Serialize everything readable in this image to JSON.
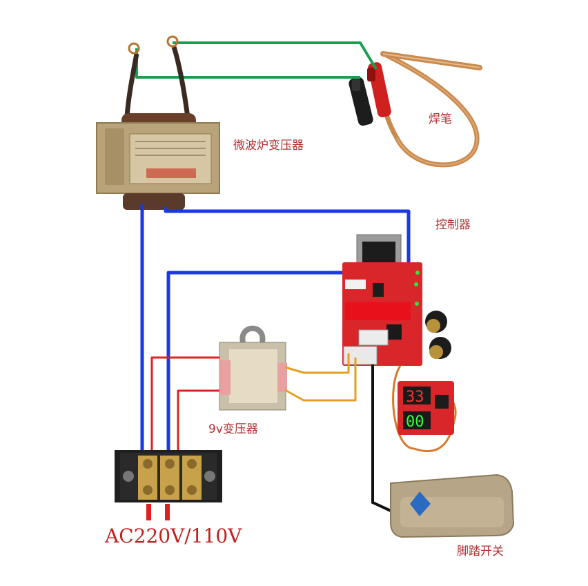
{
  "labels": {
    "microwave_transformer": "微波炉变压器",
    "welding_pen": "焊笔",
    "controller": "控制器",
    "transformer_9v": "9v变压器",
    "power_input": "AC220V/110V",
    "foot_switch": "脚踏开关"
  },
  "colors": {
    "secondary_wire": "#1aa050",
    "primary_wire": "#1a3ae0",
    "low_voltage_wire": "#e2a020",
    "ac_wire": "#e02020",
    "pedal_wire": "#111111",
    "pcb": "#d8262a",
    "label_text": "#b03030"
  },
  "display": {
    "top": "33",
    "bottom": "00"
  }
}
